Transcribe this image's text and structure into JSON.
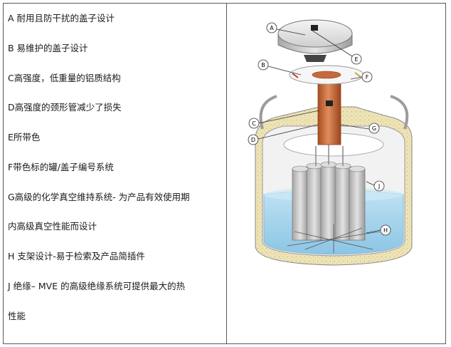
{
  "table": {
    "lines": [
      "A  耐用且防干扰的盖子设计",
      "B  易维护的盖子设计",
      "C高强度，低重量的铝质结构",
      "D高强度的颈形管减少了损失",
      "E所带色",
      "F带色标的罐/盖子编号系统",
      "G高级的化学真空维持系统-  为产品有效使用期",
      "内高级真空性能而设计",
      "H  支架设计-易于检索及产品简插件",
      "J  绝缘–  MVE  的高级绝缘系统可提供最大的热",
      "性能"
    ]
  },
  "diagram": {
    "labels": [
      "A",
      "E",
      "B",
      "F",
      "C",
      "D",
      "G",
      "J",
      "H"
    ]
  },
  "colors": {
    "border": "#5a5a5a",
    "tube": "#c8673a",
    "liquid": "#9fd0ea",
    "insulation": "#eadfae"
  }
}
